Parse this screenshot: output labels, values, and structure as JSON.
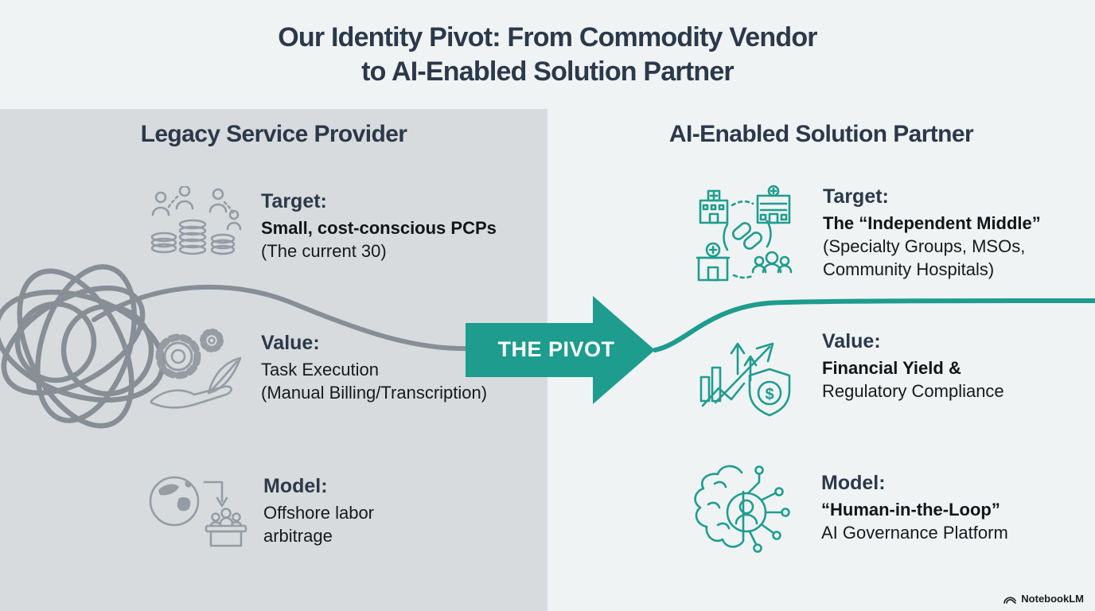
{
  "title": {
    "line1": "Our Identity Pivot: From Commodity Vendor",
    "line2": "to AI-Enabled Solution Partner"
  },
  "pivot": {
    "label": "THE PIVOT"
  },
  "left": {
    "header": "Legacy Service Provider",
    "rows": [
      {
        "icon": "people-coins-icon",
        "label": "Target:",
        "line1": "Small, cost-conscious PCPs",
        "line2": "(The current 30)"
      },
      {
        "icon": "gears-hand-icon",
        "label": "Value:",
        "line1": "Task Execution",
        "line2": "(Manual Billing/Transcription)"
      },
      {
        "icon": "globe-workers-icon",
        "label": "Model:",
        "line1": "Offshore labor",
        "line2": "arbitrage"
      }
    ]
  },
  "right": {
    "header": "AI-Enabled Solution Partner",
    "rows": [
      {
        "icon": "hospital-network-icon",
        "label": "Target:",
        "line1": "The “Independent Middle”",
        "line2": "(Specialty Groups, MSOs,",
        "line3": "Community Hospitals)"
      },
      {
        "icon": "growth-shield-icon",
        "label": "Value:",
        "line1": "Financial Yield &",
        "line2": "Regulatory Compliance"
      },
      {
        "icon": "brain-circuit-icon",
        "label": "Model:",
        "line1": "“Human-in-the-Loop”",
        "line2": "AI Governance Platform"
      }
    ]
  },
  "footer": {
    "brand": "NotebookLM"
  },
  "colors": {
    "teal": "#1e9c8e",
    "navy": "#2b394a",
    "icon_gray": "#959ca4",
    "line_gray": "#878e96",
    "left_panel_bg": "#d8dbdd",
    "page_bg": "#f0f3f4"
  }
}
